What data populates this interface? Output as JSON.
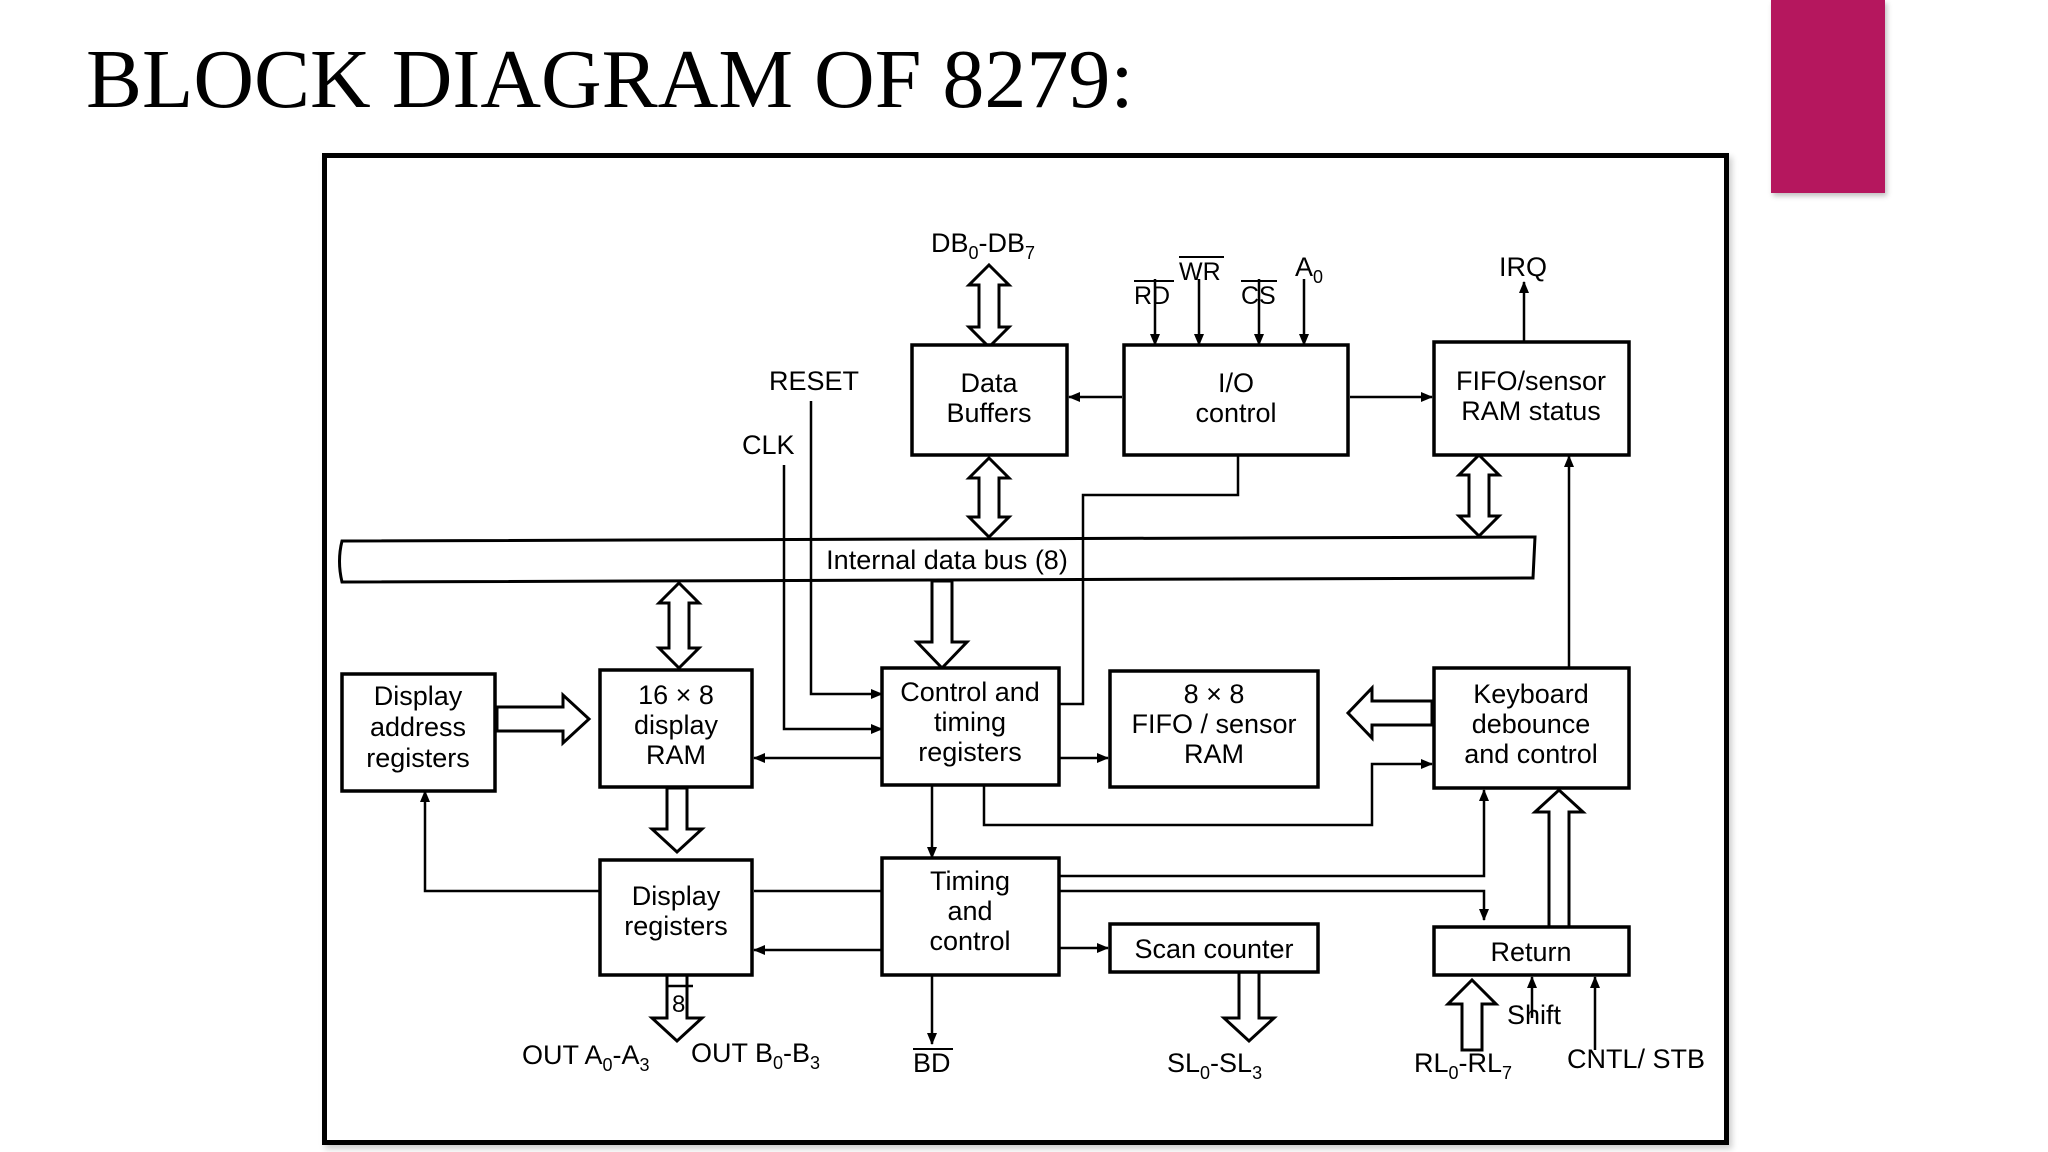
{
  "slide": {
    "title": "BLOCK DIAGRAM OF 8279:",
    "accent_color": "#b5175e"
  },
  "diagram": {
    "blocks": {
      "data_buffers": [
        "Data",
        "Buffers"
      ],
      "io_control": [
        "I/O",
        "control"
      ],
      "fifo_status": [
        "FIFO/sensor",
        "RAM status"
      ],
      "internal_bus": "Internal data bus (8)",
      "display_address_registers": [
        "Display",
        "address",
        "registers"
      ],
      "display_ram": [
        "16 × 8",
        "display",
        "RAM"
      ],
      "control_timing_registers": [
        "Control and",
        "timing",
        "registers"
      ],
      "fifo_ram": [
        "8 × 8",
        "FIFO / sensor",
        "RAM"
      ],
      "keyboard_debounce": [
        "Keyboard",
        "debounce",
        "and control"
      ],
      "display_registers": [
        "Display",
        "registers"
      ],
      "timing_control": [
        "Timing",
        "and",
        "control"
      ],
      "scan_counter": "Scan counter",
      "return": "Return"
    },
    "signals": {
      "db_main": "DB",
      "db_sub0": "0",
      "db_dash": "-DB",
      "db_sub7": "7",
      "rd": "RD",
      "wr": "WR",
      "cs": "CS",
      "a0_main": "A",
      "a0_sub": "0",
      "irq": "IRQ",
      "reset": "RESET",
      "clk": "CLK",
      "bus_width": "8",
      "outa_main": "OUT A",
      "outa_sub0": "0",
      "outa_mid": "-A",
      "outa_sub3": "3",
      "outb_main": "OUT B",
      "outb_sub0": "0",
      "outb_mid": "-B",
      "outb_sub3": "3",
      "bd": "BD",
      "sl_main": "SL",
      "sl_sub0": "0",
      "sl_mid": "-SL",
      "sl_sub3": "3",
      "rl_main": "RL",
      "rl_sub0": "0",
      "rl_mid": "-RL",
      "rl_sub7": "7",
      "shift": "Shift",
      "cntl_stb": "CNTL/ STB"
    }
  }
}
